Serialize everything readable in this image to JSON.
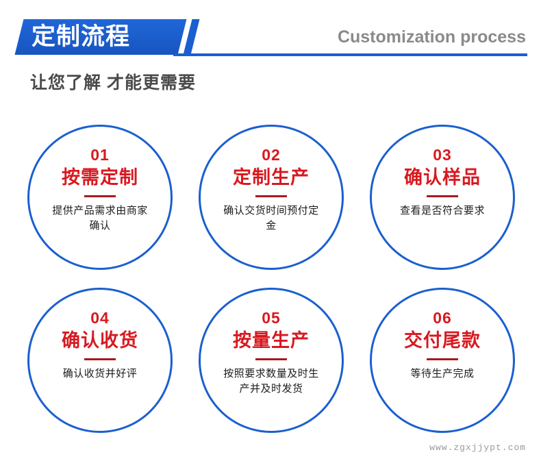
{
  "header": {
    "banner_title": "定制流程",
    "english_title": "Customization process",
    "subtitle": "让您了解  才能更需要",
    "accent_blue": "#1a5fd0",
    "english_gray": "#8a8a8a"
  },
  "steps": [
    {
      "number": "01",
      "title": "按需定制",
      "description": "提供产品需求由商家确认"
    },
    {
      "number": "02",
      "title": "定制生产",
      "description": "确认交货时间预付定金"
    },
    {
      "number": "03",
      "title": "确认样品",
      "description": "查看是否符合要求"
    },
    {
      "number": "04",
      "title": "确认收货",
      "description": "确认收货并好评"
    },
    {
      "number": "05",
      "title": "按量生产",
      "description": "按照要求数量及时生产并及时发货"
    },
    {
      "number": "06",
      "title": "交付尾款",
      "description": "等待生产完成"
    }
  ],
  "watermark": "www.zgxjjypt.com",
  "colors": {
    "red": "#d81920",
    "dark_red_divider": "#a41b20",
    "blue": "#1a5fd0",
    "desc_text": "#1c1c1c"
  }
}
